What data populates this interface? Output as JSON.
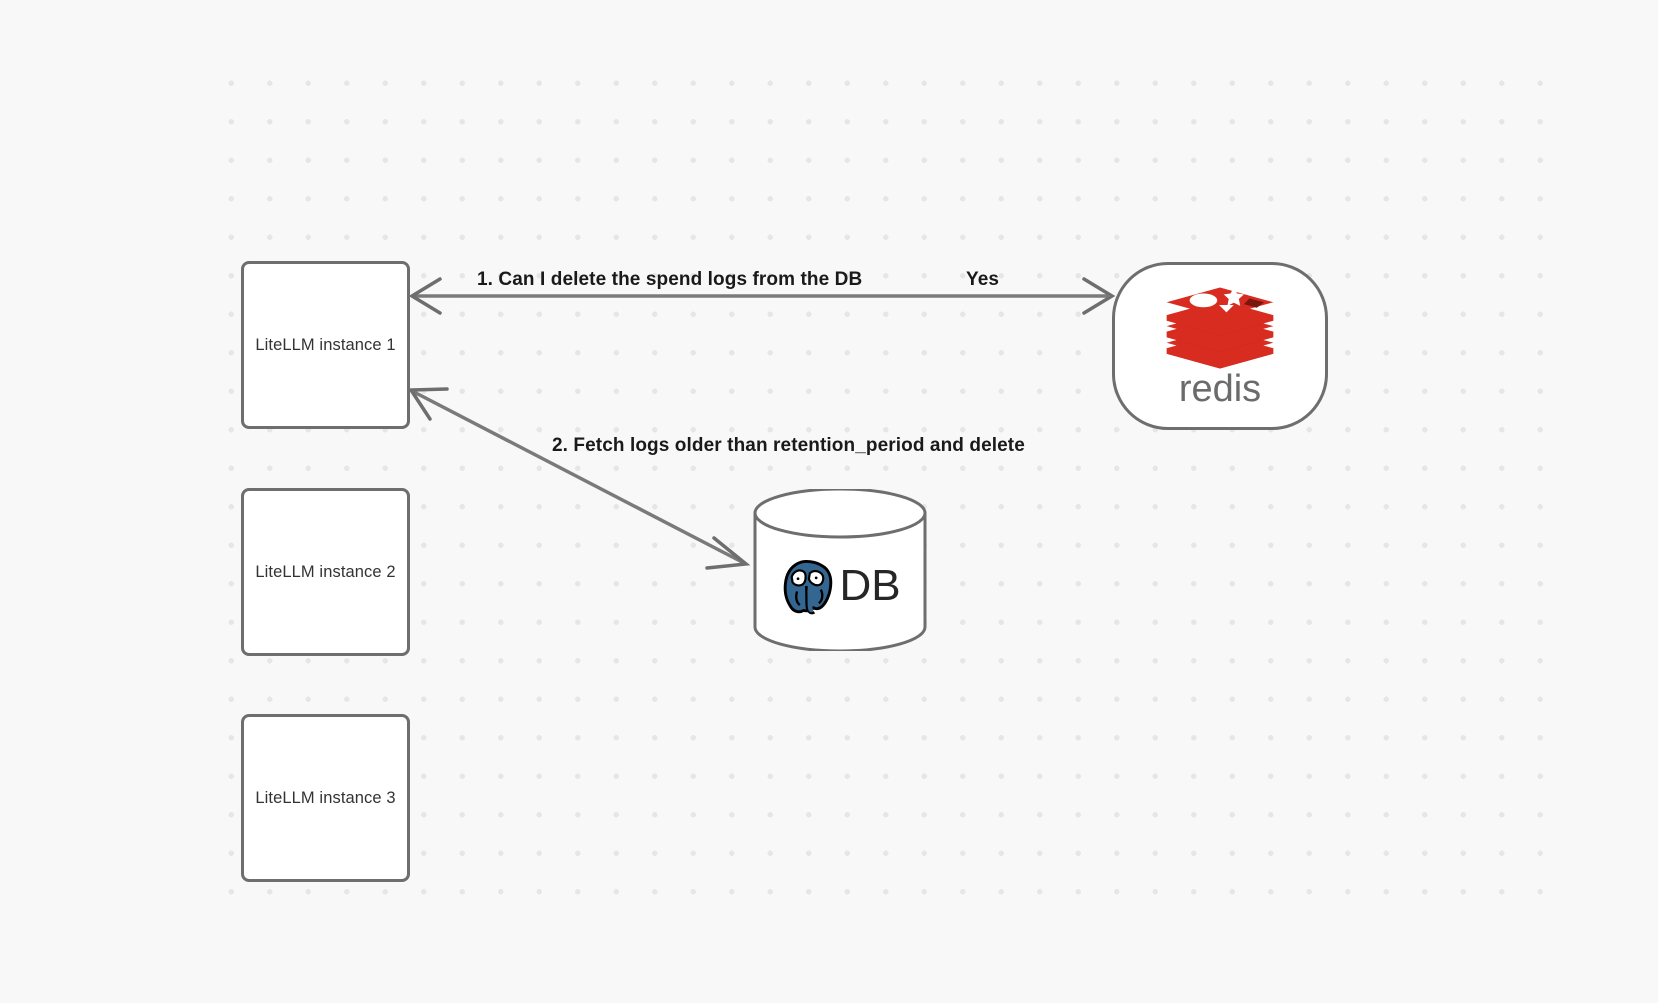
{
  "diagram": {
    "background_color": "#f8f8f8",
    "dot_color": "#e6e6e6",
    "stroke_color": "#6e6e6e",
    "nodes": {
      "litellm_instances": [
        {
          "id": "litellm-instance-1",
          "label": "LiteLLM instance 1"
        },
        {
          "id": "litellm-instance-2",
          "label": "LiteLLM instance 2"
        },
        {
          "id": "litellm-instance-3",
          "label": "LiteLLM instance 3"
        }
      ],
      "redis": {
        "id": "redis-node",
        "wordmark": "redis",
        "wordmark_color": "#6b6b6b",
        "logo_color": "#d82c20",
        "logo_shadow_color": "#a32219",
        "icon": "redis-logo-icon"
      },
      "database": {
        "id": "db-node",
        "label": "DB",
        "icon": "postgresql-elephant-icon",
        "icon_color": "#336791"
      }
    },
    "edges": [
      {
        "id": "edge-litellm1-redis",
        "from": "litellm-instance-1",
        "to": "redis-node",
        "direction": "bidirectional",
        "labels": [
          {
            "id": "step-1-label",
            "text": "1.  Can I delete the spend logs from the DB"
          },
          {
            "id": "yes-label",
            "text": "Yes"
          }
        ]
      },
      {
        "id": "edge-litellm1-db",
        "from": "litellm-instance-1",
        "to": "db-node",
        "direction": "bidirectional",
        "labels": [
          {
            "id": "step-2-label",
            "text": "2.  Fetch logs older than retention_period and delete"
          }
        ]
      }
    ]
  }
}
